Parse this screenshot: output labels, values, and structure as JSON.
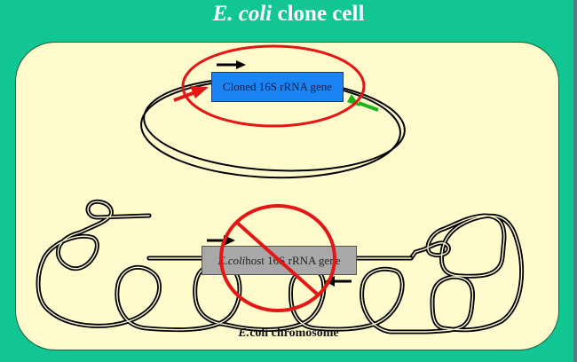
{
  "title": {
    "italic_part": "E. coli",
    "rest": " clone cell"
  },
  "plasmid": {
    "gene_label": "Cloned 16S rRNA gene",
    "gene_box_color": "#1a84f2",
    "highlight_circle_color": "#e41616",
    "forward_insert_arrow_color": "#e41616",
    "reverse_insert_arrow_color": "#19b31b"
  },
  "chromosome": {
    "gene_label_italic": "E.coli",
    "gene_label_rest": " host 16S rRNA gene",
    "gene_box_color": "#a8a8a8",
    "prohibition_color": "#e41616",
    "label_italic": "E.",
    "label_rest": "coli chromosome"
  },
  "colors": {
    "background": "#12c694",
    "panel": "#fffbcd",
    "title_text": "#ffffff"
  }
}
